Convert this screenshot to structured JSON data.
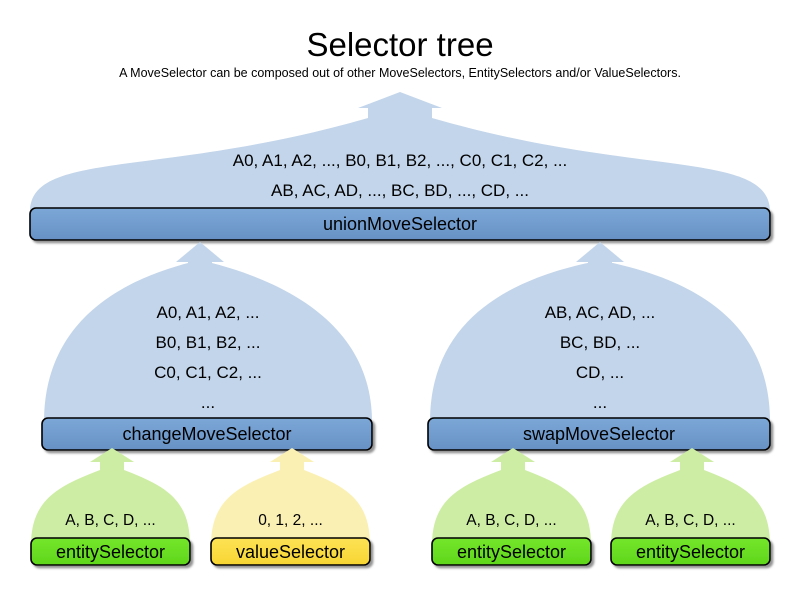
{
  "header": {
    "title": "Selector tree",
    "subtitle": "A MoveSelector can be composed out of other MoveSelectors, EntitySelectors and/or ValueSelectors."
  },
  "colors": {
    "move_body": "#c3d5ea",
    "move_bar": "#6f9bd1",
    "move_bar_border": "#000000",
    "entity_body": "#cdeda4",
    "entity_bar": "#66dd22",
    "value_body": "#fbf0b4",
    "value_bar": "#fbdd45",
    "leaf_border": "#000000",
    "text": "#000000",
    "background": "#ffffff"
  },
  "nodes": {
    "union": {
      "name": "unionMoveSelector",
      "lines": [
        "A0, A1, A2, ..., B0, B1, B2, ..., C0, C1, C2, ...",
        "AB, AC, AD, ..., BC, BD, ..., CD, ..."
      ]
    },
    "change": {
      "name": "changeMoveSelector",
      "lines": [
        "A0, A1, A2, ...",
        "B0, B1, B2, ...",
        "C0, C1, C2, ...",
        "..."
      ]
    },
    "swap": {
      "name": "swapMoveSelector",
      "lines": [
        "AB, AC, AD, ...",
        "BC, BD, ...",
        "CD, ...",
        "..."
      ]
    },
    "leaves": [
      {
        "name": "entitySelector",
        "line": "A, B, C, D, ...",
        "kind": "entity"
      },
      {
        "name": "valueSelector",
        "line": "0, 1, 2, ...",
        "kind": "value"
      },
      {
        "name": "entitySelector",
        "line": "A, B, C, D, ...",
        "kind": "entity"
      },
      {
        "name": "entitySelector",
        "line": "A, B, C, D, ...",
        "kind": "entity"
      }
    ]
  }
}
